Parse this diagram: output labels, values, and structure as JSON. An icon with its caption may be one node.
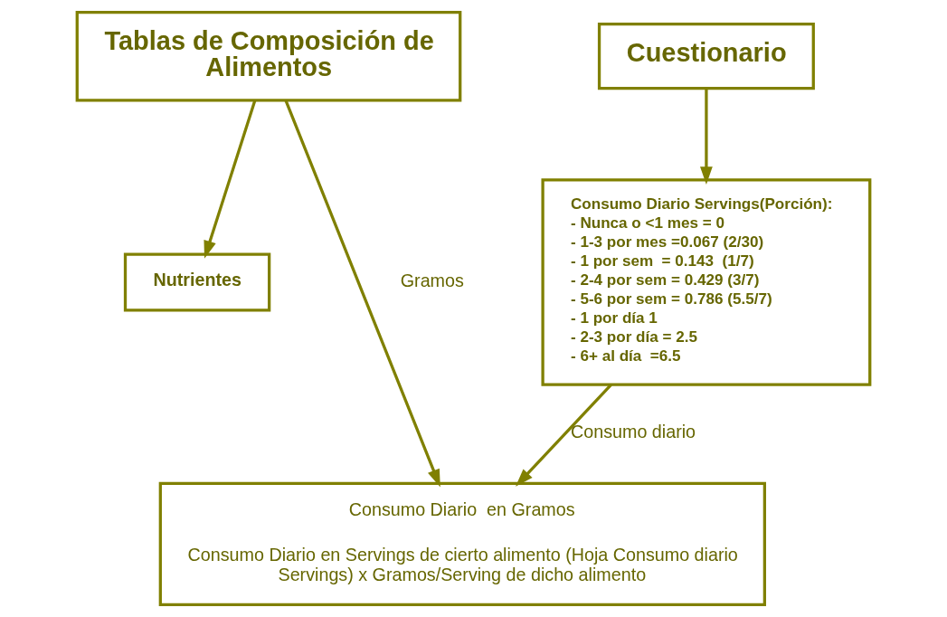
{
  "diagram": {
    "nodes": [
      {
        "text": [
          "Tablas de Composición de Alimentos"
        ]
      },
      {
        "text": [
          "Cuestionario"
        ]
      },
      {
        "text": [
          "Nutrientes"
        ]
      },
      {
        "text": [
          "Consumo Diario Servings(Porción):",
          "- Nunca o <1 mes = 0",
          "- 1-3 por mes =0.067 (2/30)",
          "- 1 por sem  = 0.143  (1/7)",
          "- 2-4 por sem = 0.429 (3/7)",
          "- 5-6 por sem = 0.786 (5.5/7)",
          "- 1 por día 1",
          "- 2-3 por día = 2.5",
          "- 6+ al día  =6.5"
        ]
      },
      {
        "text": [
          "Consumo Diario  en Gramos",
          "Consumo Diario en Servings de cierto alimento (Hoja Consumo diario Servings) x Gramos/Serving de dicho alimento"
        ]
      }
    ],
    "edges": [
      {
        "from": 0,
        "to": 2,
        "arrow": "to"
      },
      {
        "from": 0,
        "to": 4,
        "arrow": "to",
        "label": "Gramos"
      },
      {
        "from": 1,
        "to": 3,
        "arrow": "to"
      },
      {
        "from": 3,
        "to": 4,
        "arrow": "to",
        "label": "Consumo diario"
      }
    ]
  }
}
